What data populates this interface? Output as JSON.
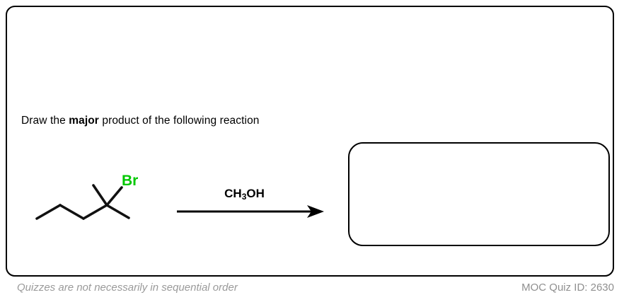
{
  "card": {
    "prompt_prefix": "Draw the ",
    "prompt_emphasis": "major",
    "prompt_suffix": " product of the following reaction"
  },
  "reaction": {
    "reagent": "CH",
    "reagent_sub": "3",
    "reagent_tail": "OH",
    "arrow": "reaction-arrow-right",
    "substituent_label": "Br",
    "substituent_color": "#00c800",
    "bond_color": "#111111",
    "structure_name": "2-bromo-2-methylpentane"
  },
  "answer": {
    "value": "",
    "placeholder": ""
  },
  "footer": {
    "note": "Quizzes are not necessarily in sequential order",
    "quiz_id": "MOC Quiz ID: 2630"
  }
}
